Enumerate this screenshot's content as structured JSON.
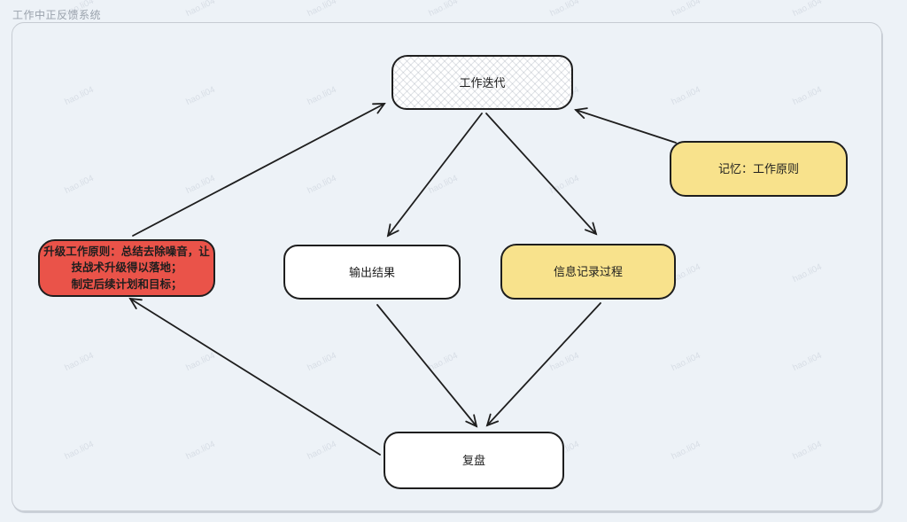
{
  "page": {
    "title": "工作中正反馈系统",
    "watermark": "hao.li04"
  },
  "colors": {
    "background": "#edf2f7",
    "frame_border": "#c6cbd2",
    "node_stroke": "#1e1e1e",
    "arrow": "#1e1e1e",
    "white": "#ffffff",
    "yellow": "#f8e28c",
    "red": "#ea5349"
  },
  "diagram": {
    "nodes": [
      {
        "id": "iteration",
        "label": "工作迭代",
        "fill": "white",
        "pattern": "cross-hatch"
      },
      {
        "id": "memory",
        "label": "记忆：工作原则",
        "fill": "yellow"
      },
      {
        "id": "upgrade",
        "label": "升级工作原则：总结去除噪音，让\n技战术升级得以落地；\n制定后续计划和目标；",
        "fill": "red"
      },
      {
        "id": "output",
        "label": "输出结果",
        "fill": "white"
      },
      {
        "id": "info",
        "label": "信息记录过程",
        "fill": "yellow"
      },
      {
        "id": "review",
        "label": "复盘",
        "fill": "white"
      }
    ],
    "edges": [
      {
        "id": "upgrade-iteration",
        "from": "upgrade",
        "to": "iteration"
      },
      {
        "id": "memory-iteration",
        "from": "memory",
        "to": "iteration"
      },
      {
        "id": "iteration-output",
        "from": "iteration",
        "to": "output"
      },
      {
        "id": "iteration-info",
        "from": "iteration",
        "to": "info"
      },
      {
        "id": "output-review",
        "from": "output",
        "to": "review"
      },
      {
        "id": "info-review",
        "from": "info",
        "to": "review"
      },
      {
        "id": "review-upgrade",
        "from": "review",
        "to": "upgrade"
      }
    ]
  }
}
